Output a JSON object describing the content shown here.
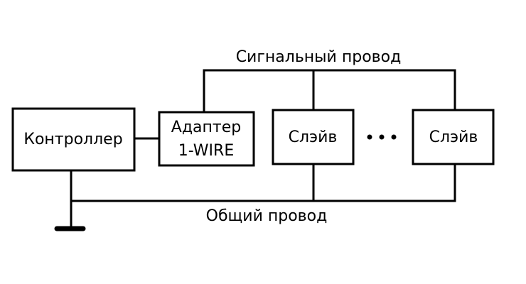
{
  "diagram": {
    "signal_wire_label": "Сигнальный провод",
    "common_wire_label": "Общий провод",
    "controller": {
      "label": "Контроллер"
    },
    "adapter": {
      "line1": "Адаптер",
      "line2": "1-WIRE"
    },
    "slave_1": {
      "label": "Слэйв"
    },
    "slave_n": {
      "label": "Слэйв"
    },
    "ellipsis": "• • •"
  },
  "colors": {
    "stroke": "#000000",
    "background": "#ffffff"
  }
}
